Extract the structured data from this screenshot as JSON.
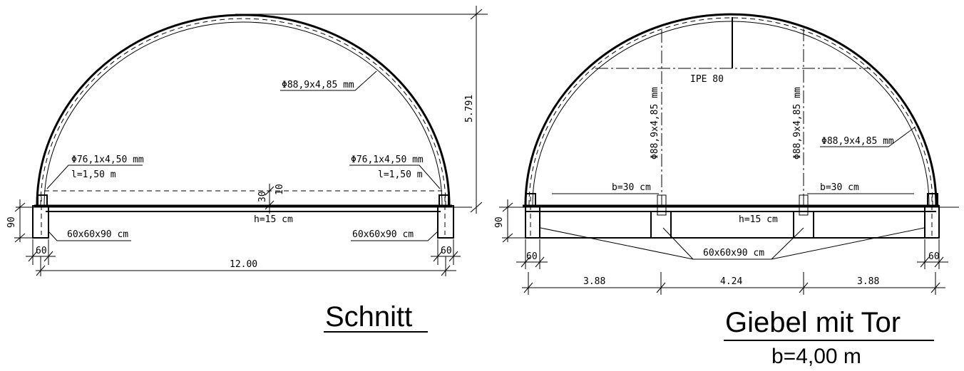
{
  "schnitt": {
    "title": "Schnitt",
    "labels": {
      "arch_pipe": "Φ88,9x4,85 mm",
      "left_pipe": "Φ76,1x4,50 mm",
      "left_length": "l=1,50 m",
      "right_pipe": "Φ76,1x4,50 mm",
      "right_length": "l=1,50 m",
      "slab": "h=15 cm",
      "dim_30": "30",
      "dim_10": "10",
      "dim_90": "90",
      "left_footing": "60x60x90 cm",
      "right_footing": "60x60x90 cm",
      "dim_60_left": "60",
      "dim_60_right": "60",
      "span": "12.00",
      "height": "5.791"
    }
  },
  "giebel": {
    "title": "Giebel mit Tor",
    "subtitle": "b=4,00 m",
    "labels": {
      "beam": "IPE 80",
      "post_left": "Φ88,9x4,85 mm",
      "post_right": "Φ88,9x4,85 mm",
      "arch_pipe": "Φ88,9x4,85 mm",
      "b30_left": "b=30 cm",
      "b30_right": "b=30 cm",
      "slab": "h=15 cm",
      "dim_90": "90",
      "footings": "60x60x90 cm",
      "dim_60_left": "60",
      "dim_60_right": "60",
      "seg1": "3.88",
      "seg2": "4.24",
      "seg3": "3.88"
    }
  }
}
